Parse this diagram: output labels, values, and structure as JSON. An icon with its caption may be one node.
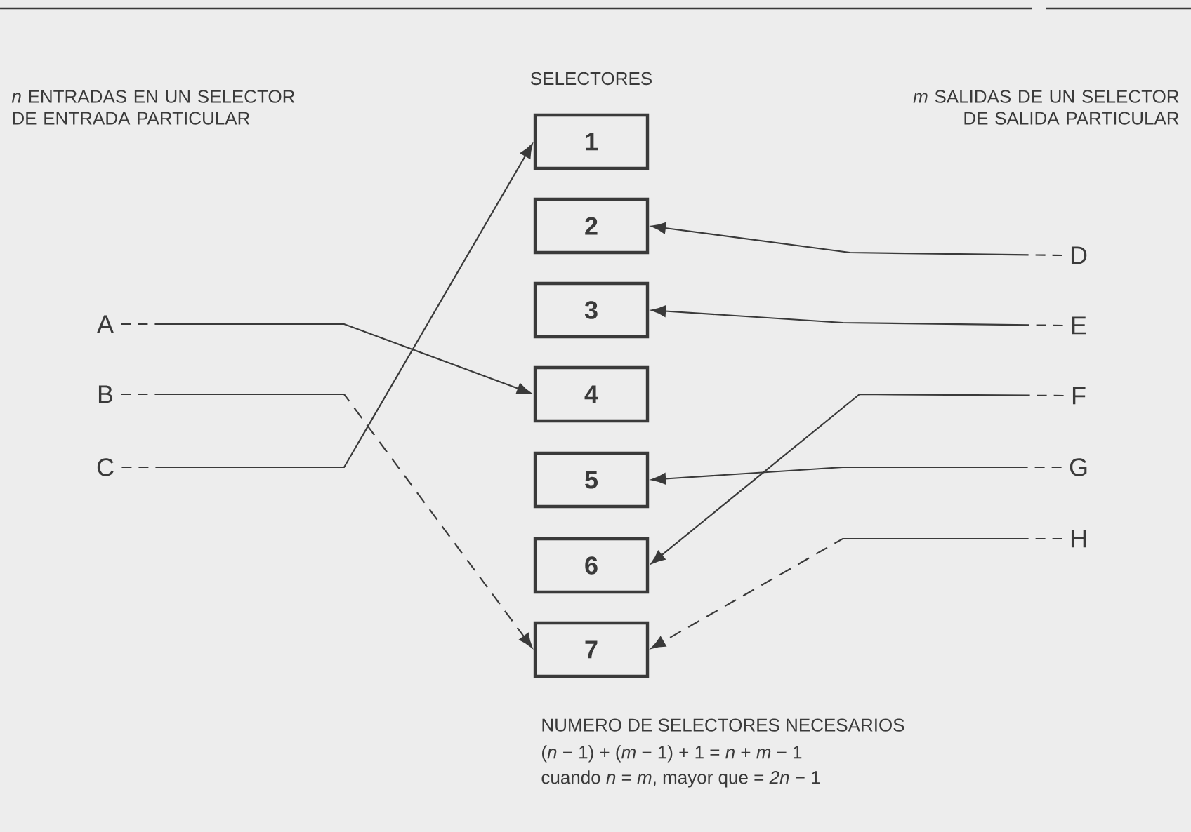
{
  "diagram": {
    "title": "SELECTORES",
    "nodes": [
      {
        "text": [
          "A"
        ]
      },
      {
        "text": [
          "B"
        ]
      },
      {
        "text": [
          "C"
        ]
      },
      {
        "text": [
          "1"
        ]
      },
      {
        "text": [
          "2"
        ]
      },
      {
        "text": [
          "3"
        ]
      },
      {
        "text": [
          "4"
        ]
      },
      {
        "text": [
          "5"
        ]
      },
      {
        "text": [
          "6"
        ]
      },
      {
        "text": [
          "7"
        ]
      },
      {
        "text": [
          "D"
        ]
      },
      {
        "text": [
          "E"
        ]
      },
      {
        "text": [
          "F"
        ]
      },
      {
        "text": [
          "G"
        ]
      },
      {
        "text": [
          "H"
        ]
      }
    ],
    "edges": [
      {
        "from": 0,
        "to": 6,
        "arrow": "to"
      },
      {
        "from": 1,
        "to": 9,
        "arrow": "to",
        "style": "dashed"
      },
      {
        "from": 2,
        "to": 3,
        "arrow": "to"
      },
      {
        "from": 10,
        "to": 4,
        "arrow": "to"
      },
      {
        "from": 11,
        "to": 5,
        "arrow": "to"
      },
      {
        "from": 12,
        "to": 8,
        "arrow": "to"
      },
      {
        "from": 13,
        "to": 7,
        "arrow": "to"
      },
      {
        "from": 14,
        "to": 9,
        "arrow": "to",
        "style": "dashed"
      }
    ],
    "labels": [
      "*n* ENTRADAS EN UN SELECTOR DE ENTRADA PARTICULAR",
      "*m* SALIDAS DE UN SELECTOR DE SALIDA PARTICULAR",
      "NUMERO DE SELECTORES NECESARIOS",
      "(*n* − 1) + (*m* − 1) + 1 = *n* + *m* − 1",
      "cuando *n* = *m*, mayor que = *2n* − 1"
    ]
  }
}
